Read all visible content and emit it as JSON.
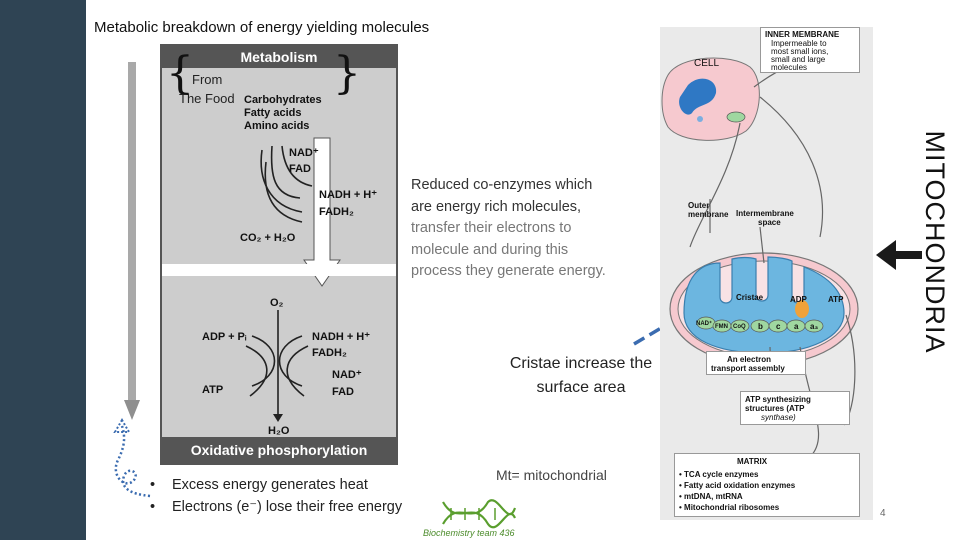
{
  "slide": {
    "title": "Metabolic breakdown of energy yielding molecules",
    "page_number": "4"
  },
  "metabolism_figure": {
    "header": "Metabolism",
    "footer": "Oxidative phosphorylation",
    "from_food": [
      "From",
      "The Food"
    ],
    "nutrients": [
      "Carbohydrates",
      "Fatty acids",
      "Amino acids"
    ],
    "upper": {
      "nad_plus": "NAD⁺",
      "fad": "FAD",
      "nadh": "NADH + H⁺",
      "fadh2": "FADH₂",
      "co2_h2o": "CO₂ + H₂O"
    },
    "lower": {
      "o2": "O₂",
      "adp_pi": "ADP + Pᵢ",
      "nadh": "NADH + H⁺",
      "fadh2": "FADH₂",
      "nad_plus": "NAD⁺",
      "atp": "ATP",
      "fad": "FAD",
      "h2o": "H₂O"
    }
  },
  "notes": {
    "description_dark": "Reduced co-enzymes which are energy rich molecules,",
    "description_muted": " transfer their electrons to molecule and during this process they generate energy.",
    "cristae": "Cristae increase the surface area",
    "mt": "Mt= mitochondrial"
  },
  "bullets": [
    "Excess energy generates heat",
    "Electrons (e⁻) lose their free energy"
  ],
  "logo": {
    "text": "Biochemistry team 436"
  },
  "mitochondria_figure": {
    "side_label": "MITOCHONDRIA",
    "cell": "CELL",
    "inner_membrane": [
      "INNER MEMBRANE",
      "Impermeable to",
      "most small ions,",
      "small and large",
      "molecules"
    ],
    "outer_membrane": [
      "Outer",
      "membrane"
    ],
    "intermembrane": [
      "Intermembrane",
      "space"
    ],
    "cristae": "Cristae",
    "adp": "ADP",
    "atp": "ATP",
    "chain": [
      "NAD⁺",
      "FMN",
      "CoQ",
      "b",
      "c",
      "a",
      "a₃"
    ],
    "electron_transport": [
      "An electron",
      "transport assembly"
    ],
    "atp_synth": [
      "ATP synthesizing",
      "structures (ATP",
      "synthase)"
    ],
    "matrix": "MATRIX",
    "matrix_items": [
      "TCA cycle enzymes",
      "Fatty acid oxidation enzymes",
      "mtDNA, mtRNA",
      "Mitochondrial ribosomes"
    ]
  },
  "colors": {
    "sidebar": "#2f4454",
    "figure_grey": "#cdcdcd",
    "cristae_arrow": "#3b6cb0",
    "mito_blue": "#6cb6e0",
    "chain_green": "#9fd7a0"
  }
}
